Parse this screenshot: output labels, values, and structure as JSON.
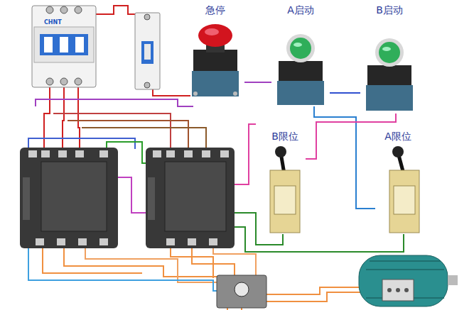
{
  "diagram": {
    "nodes": [
      {
        "text": [
          "急停"
        ]
      },
      {
        "text": [
          "A启动"
        ]
      },
      {
        "text": [
          "B启动"
        ]
      },
      {
        "text": [
          "B限位"
        ]
      },
      {
        "text": [
          "A限位"
        ]
      }
    ],
    "edges": [
      {
        "from": 0,
        "to": 1,
        "arrow": "none"
      },
      {
        "from": 1,
        "to": 2,
        "arrow": "none"
      },
      {
        "from": 1,
        "to": 4,
        "arrow": "none"
      },
      {
        "from": 2,
        "to": 3,
        "arrow": "none"
      }
    ],
    "labels": [
      "CHNT"
    ]
  }
}
